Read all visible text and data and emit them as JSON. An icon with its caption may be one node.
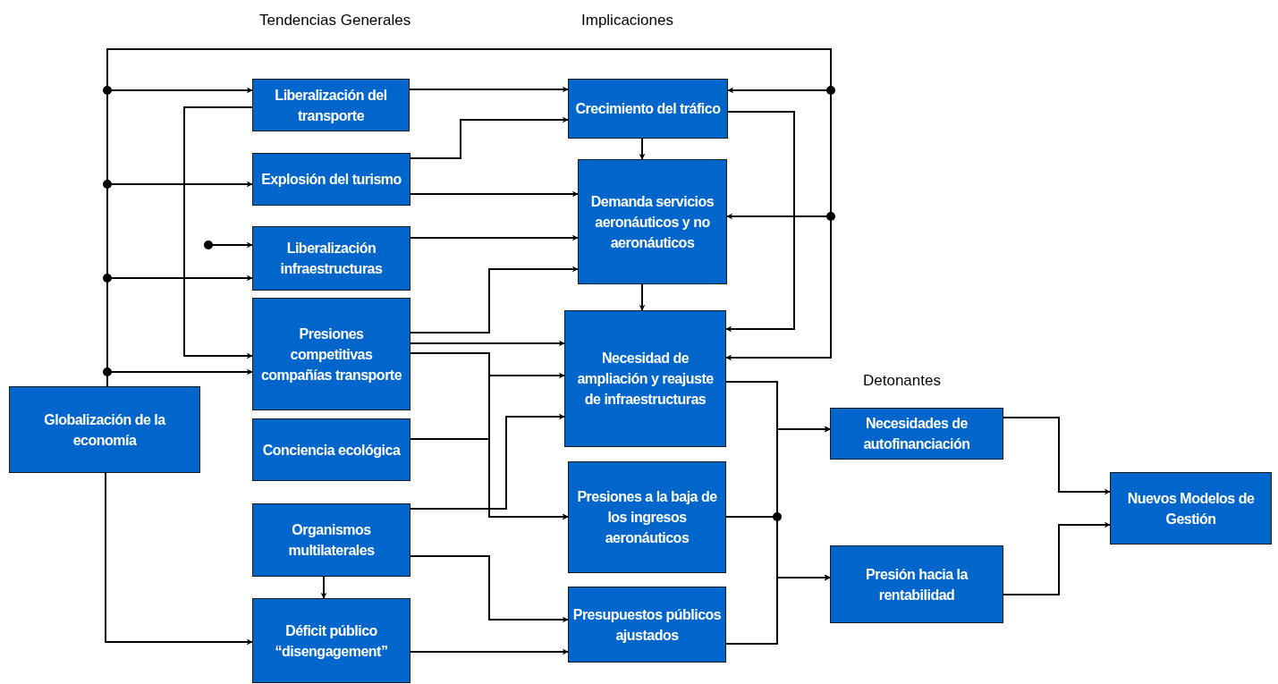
{
  "diagram": {
    "nodes": [
      {
        "text": [
          "Globalización de la economía"
        ]
      },
      {
        "text": [
          "Liberalización del transporte"
        ]
      },
      {
        "text": [
          "Explosión del turismo"
        ]
      },
      {
        "text": [
          "Liberalización infraestructuras"
        ]
      },
      {
        "text": [
          "Presiones competitivas compañías transporte"
        ]
      },
      {
        "text": [
          "Conciencia ecológica"
        ]
      },
      {
        "text": [
          "Organismos multilaterales"
        ]
      },
      {
        "text": [
          "Déficit público “disengagement”"
        ]
      },
      {
        "text": [
          "Crecimiento del tráfico"
        ]
      },
      {
        "text": [
          "Demanda servicios aeronáuticos y no aeronáuticos"
        ]
      },
      {
        "text": [
          "Necesidad de ampliación y reajuste de infraestructuras"
        ]
      },
      {
        "text": [
          "Presiones a la baja de los ingresos aeronáuticos"
        ]
      },
      {
        "text": [
          "Presupuestos públicos ajustados"
        ]
      },
      {
        "text": [
          "Necesidades de autofinanciación"
        ]
      },
      {
        "text": [
          "Presión hacia la rentabilidad"
        ]
      },
      {
        "text": [
          "Nuevos Modelos de Gestión"
        ]
      }
    ],
    "edges": [
      {
        "from": 0,
        "to": 1,
        "arrow": "to"
      },
      {
        "from": 0,
        "to": 2,
        "arrow": "to"
      },
      {
        "from": 0,
        "to": 3,
        "arrow": "to"
      },
      {
        "from": 0,
        "to": 4,
        "arrow": "to"
      },
      {
        "from": 0,
        "to": 8,
        "arrow": "to"
      },
      {
        "from": 0,
        "to": 9,
        "arrow": "to"
      },
      {
        "from": 0,
        "to": 10,
        "arrow": "to"
      },
      {
        "from": 0,
        "to": 7,
        "arrow": "to"
      },
      {
        "from": null,
        "to": 3,
        "arrow": "to"
      },
      {
        "from": 1,
        "to": 4,
        "arrow": "to"
      },
      {
        "from": 1,
        "to": 8,
        "arrow": "to"
      },
      {
        "from": 2,
        "to": 8,
        "arrow": "to"
      },
      {
        "from": 2,
        "to": 9,
        "arrow": "to"
      },
      {
        "from": 3,
        "to": 9,
        "arrow": "to"
      },
      {
        "from": 4,
        "to": 9,
        "arrow": "to"
      },
      {
        "from": 4,
        "to": 10,
        "arrow": "to"
      },
      {
        "from": 4,
        "to": 11,
        "arrow": "to"
      },
      {
        "from": 5,
        "to": 10,
        "arrow": "to"
      },
      {
        "from": 5,
        "to": 11,
        "arrow": "to"
      },
      {
        "from": 6,
        "to": 10,
        "arrow": "to"
      },
      {
        "from": 6,
        "to": 12,
        "arrow": "to"
      },
      {
        "from": 6,
        "to": 7,
        "arrow": "to"
      },
      {
        "from": 7,
        "to": 12,
        "arrow": "to"
      },
      {
        "from": 8,
        "to": 9,
        "arrow": "to"
      },
      {
        "from": 9,
        "to": 10,
        "arrow": "to"
      },
      {
        "from": 8,
        "to": 10,
        "arrow": "to"
      },
      {
        "from": 10,
        "to": 13,
        "arrow": "to"
      },
      {
        "from": 10,
        "to": 14,
        "arrow": "to"
      },
      {
        "from": 11,
        "to": 13,
        "arrow": "to"
      },
      {
        "from": 11,
        "to": 14,
        "arrow": "to"
      },
      {
        "from": 12,
        "to": 13,
        "arrow": "to"
      },
      {
        "from": 12,
        "to": 14,
        "arrow": "to"
      },
      {
        "from": 13,
        "to": 15,
        "arrow": "to"
      },
      {
        "from": 14,
        "to": 15,
        "arrow": "to"
      }
    ],
    "labels": [
      "Tendencias Generales",
      "Implicaciones",
      "Detonantes"
    ]
  }
}
